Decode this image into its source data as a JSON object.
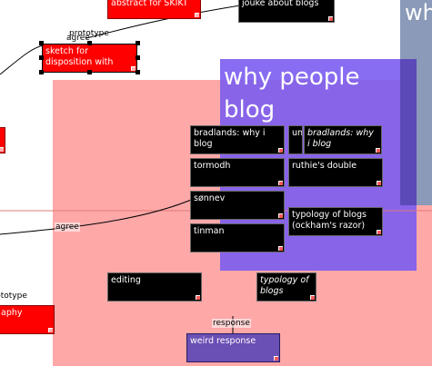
{
  "colors": {
    "pink_region": "#ffa8a8",
    "purple_region": "#7b5cf0",
    "steel_region": "#8a9ab8",
    "red_note": "#ff0000",
    "black_note": "#000000"
  },
  "regions": {
    "big_title": "why people blog",
    "corner_title": "wh blo"
  },
  "notes": {
    "abstract": "abstract for SKIKT",
    "joke": "jouke about blogs",
    "sketch": "sketch for disposition with",
    "left_stub": "",
    "aphy": "aphy",
    "bradlands1": "bradlands: why i blog",
    "un": "un",
    "bradlands2": "bradlands: why i blog",
    "tormodh": "tormodh",
    "ruthie": "ruthie's double",
    "sonnev": "sønnev",
    "typology1": "typology of blogs (ockham's razor)",
    "tinman": "tinman",
    "editing": "editing",
    "typology2": "typology of blogs",
    "weird": "weird response"
  },
  "links": {
    "prototype_top": "prototype",
    "agree_top": "agree",
    "agree_mid": "agree",
    "prototype_bottom": "prototype",
    "response": "response"
  }
}
